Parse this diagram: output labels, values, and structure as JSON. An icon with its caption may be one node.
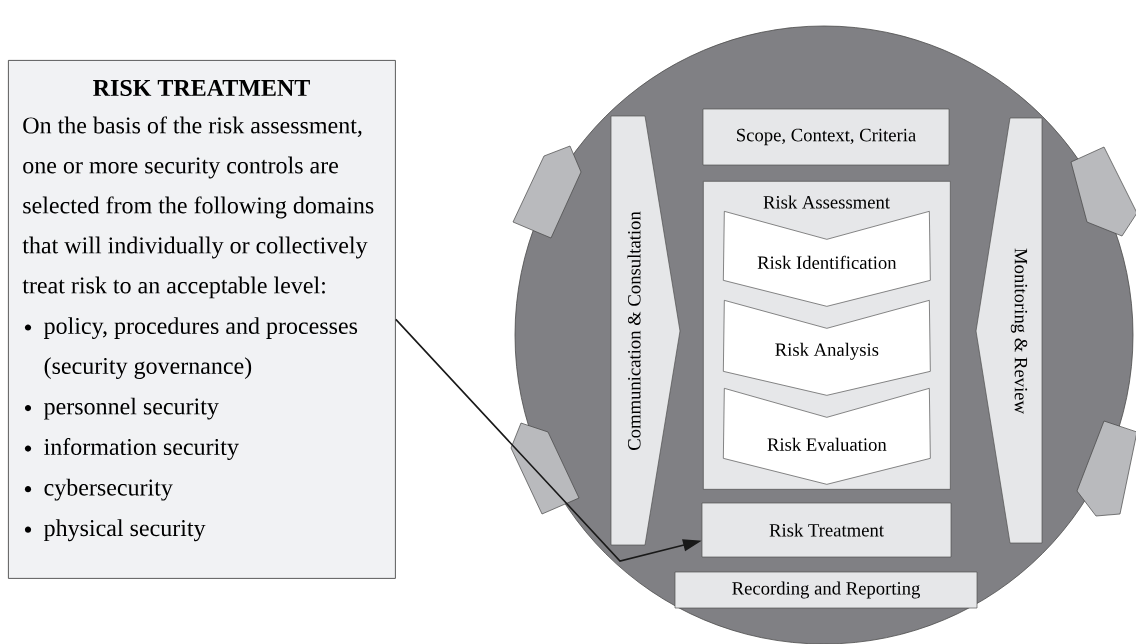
{
  "diagram": {
    "nodes": [
      {
        "text": [
          "RISK TREATMENT",
          "On the basis of the risk assessment, one or more security controls are selected from the following domains that will individually or collectively treat risk to an acceptable level:",
          "policy, procedures and processes (security governance)",
          "personnel security",
          "information security",
          "cybersecurity",
          "physical security"
        ]
      },
      {
        "text": [],
        "shape": "circle"
      },
      {
        "text": [
          "Communication & Consultation"
        ],
        "in": 1
      },
      {
        "text": [
          "Scope, Context, Criteria"
        ],
        "in": 1
      },
      {
        "text": [
          "Risk Assessment"
        ],
        "in": 1
      },
      {
        "text": [
          "Risk Identification"
        ],
        "in": 4
      },
      {
        "text": [
          "Risk Analysis"
        ],
        "in": 4
      },
      {
        "text": [
          "Risk Evaluation"
        ],
        "in": 4
      },
      {
        "text": [
          "Monitoring & Review"
        ],
        "in": 1
      },
      {
        "text": [
          "Risk Treatment"
        ],
        "in": 1
      },
      {
        "text": [
          "Recording and Reporting"
        ],
        "in": 1
      }
    ],
    "edges": [
      {
        "from": 0,
        "to": 9,
        "arrow": "to"
      }
    ]
  }
}
